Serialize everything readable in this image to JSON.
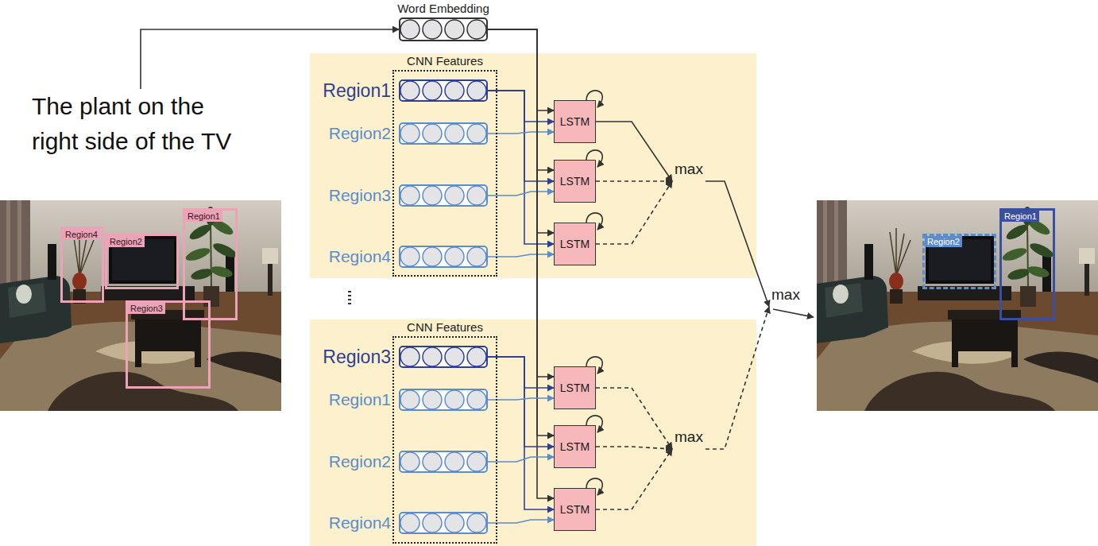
{
  "diagram": {
    "nodes": [
      {
        "text": [
          "The plant on the right side of the TV"
        ]
      },
      {
        "text": [
          "Word Embedding"
        ]
      },
      {
        "text": [
          "CNN Features"
        ]
      },
      {
        "text": [
          "Region1"
        ],
        "in": 2
      },
      {
        "text": [
          "Region2"
        ],
        "in": 2
      },
      {
        "text": [
          "Region3"
        ],
        "in": 2
      },
      {
        "text": [
          "Region4"
        ],
        "in": 2
      },
      {
        "text": [
          "LSTM"
        ]
      },
      {
        "text": [
          "LSTM"
        ]
      },
      {
        "text": [
          "LSTM"
        ]
      },
      {
        "text": [
          "max"
        ]
      },
      {
        "text": [
          "CNN Features"
        ]
      },
      {
        "text": [
          "Region3"
        ],
        "in": 11
      },
      {
        "text": [
          "Region1"
        ],
        "in": 11
      },
      {
        "text": [
          "Region2"
        ],
        "in": 11
      },
      {
        "text": [
          "Region4"
        ],
        "in": 11
      },
      {
        "text": [
          "LSTM"
        ]
      },
      {
        "text": [
          "LSTM"
        ]
      },
      {
        "text": [
          "LSTM"
        ]
      },
      {
        "text": [
          "max"
        ]
      },
      {
        "text": [
          "max"
        ]
      },
      {
        "text": [
          "Region4"
        ]
      },
      {
        "text": [
          "Region2"
        ]
      },
      {
        "text": [
          "Region1"
        ]
      },
      {
        "text": [
          "Region3"
        ]
      },
      {
        "text": [
          "Region2"
        ]
      },
      {
        "text": [
          "Region1"
        ]
      }
    ],
    "edges": [
      {
        "from": 0,
        "to": 1,
        "arrow": "to"
      },
      {
        "from": 1,
        "to": 7,
        "arrow": "to"
      },
      {
        "from": 1,
        "to": 8,
        "arrow": "to"
      },
      {
        "from": 1,
        "to": 9,
        "arrow": "to"
      },
      {
        "from": 3,
        "to": 7,
        "arrow": "to"
      },
      {
        "from": 3,
        "to": 8,
        "arrow": "to"
      },
      {
        "from": 3,
        "to": 9,
        "arrow": "to"
      },
      {
        "from": 4,
        "to": 7,
        "arrow": "to"
      },
      {
        "from": 5,
        "to": 8,
        "arrow": "to"
      },
      {
        "from": 6,
        "to": 9,
        "arrow": "to"
      },
      {
        "from": 7,
        "to": 10,
        "arrow": "to"
      },
      {
        "from": 8,
        "to": 10,
        "arrow": "to"
      },
      {
        "from": 9,
        "to": 10,
        "arrow": "to"
      },
      {
        "from": 1,
        "to": 16,
        "arrow": "to"
      },
      {
        "from": 1,
        "to": 17,
        "arrow": "to"
      },
      {
        "from": 1,
        "to": 18,
        "arrow": "to"
      },
      {
        "from": 12,
        "to": 16,
        "arrow": "to"
      },
      {
        "from": 12,
        "to": 17,
        "arrow": "to"
      },
      {
        "from": 12,
        "to": 18,
        "arrow": "to"
      },
      {
        "from": 13,
        "to": 16,
        "arrow": "to"
      },
      {
        "from": 14,
        "to": 17,
        "arrow": "to"
      },
      {
        "from": 15,
        "to": 18,
        "arrow": "to"
      },
      {
        "from": 16,
        "to": 19,
        "arrow": "to"
      },
      {
        "from": 17,
        "to": 19,
        "arrow": "to"
      },
      {
        "from": 18,
        "to": 19,
        "arrow": "to"
      },
      {
        "from": 10,
        "to": 20,
        "arrow": "to"
      },
      {
        "from": 19,
        "to": 20,
        "arrow": "to"
      }
    ]
  }
}
